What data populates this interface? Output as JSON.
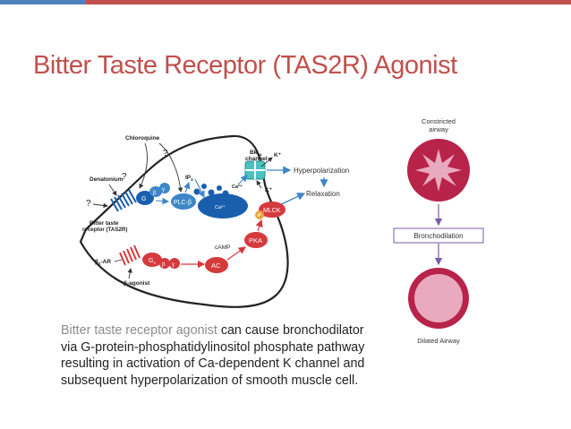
{
  "slide": {
    "title": "Bitter Taste Receptor (TAS2R) Agonist",
    "caption_highlight": "Bitter taste receptor agonist",
    "caption_rest": " can cause bronchodilator via G-protein-phosphatidylinositol phosphate pathway resulting in activation of Ca-dependent K channel and subsequent hyperpolarization of smooth muscle cell."
  },
  "colors": {
    "title": "#c0504d",
    "bar_left": "#4f81bd",
    "bar_right": "#c0504d",
    "blue": "#3f86c9",
    "red": "#d53a3d",
    "teal": "#4cc1c1",
    "airway_red": "#b8234a",
    "airway_pink": "#e9a9bf"
  },
  "diagram": {
    "chloroquine": "Chloroquine",
    "denatonium": "Denatonium",
    "q1": "?",
    "q2": "?",
    "q3": "?",
    "bk_channel_1": "Bk",
    "bk_sub": "ca",
    "bk_channel_2": "channel",
    "k_top": "K⁺",
    "k_bottom": "K⁺",
    "ca_pump": "Ca²⁺",
    "ca_store": "Ca²⁺",
    "ip3": "IP",
    "ip3_sub": "3",
    "plc": "PLC-β",
    "g_gq": "G",
    "g_beta": "β",
    "g_gamma": "γ",
    "g_s": "G",
    "g_s_sub": "s",
    "g_s_beta": "β",
    "g_s_gamma": "γ",
    "tas2r_1": "Bitter taste",
    "tas2r_2": "receptor (TAS2R)",
    "b2ar": "β",
    "b2ar_sub": "2",
    "b2ar_rest": "-AR",
    "b_agonist": "β-agonist",
    "ac": "AC",
    "camp": "cAMP",
    "pka": "PKA",
    "mlck": "MLCK",
    "p": "P",
    "hyperpolarization": "Hyperpolarization",
    "relaxation": "Relaxation"
  },
  "panel": {
    "constricted_1": "Constricted",
    "constricted_2": "airway",
    "bronchodilation": "Bronchodilation",
    "dilated": "Dilated Airway"
  }
}
